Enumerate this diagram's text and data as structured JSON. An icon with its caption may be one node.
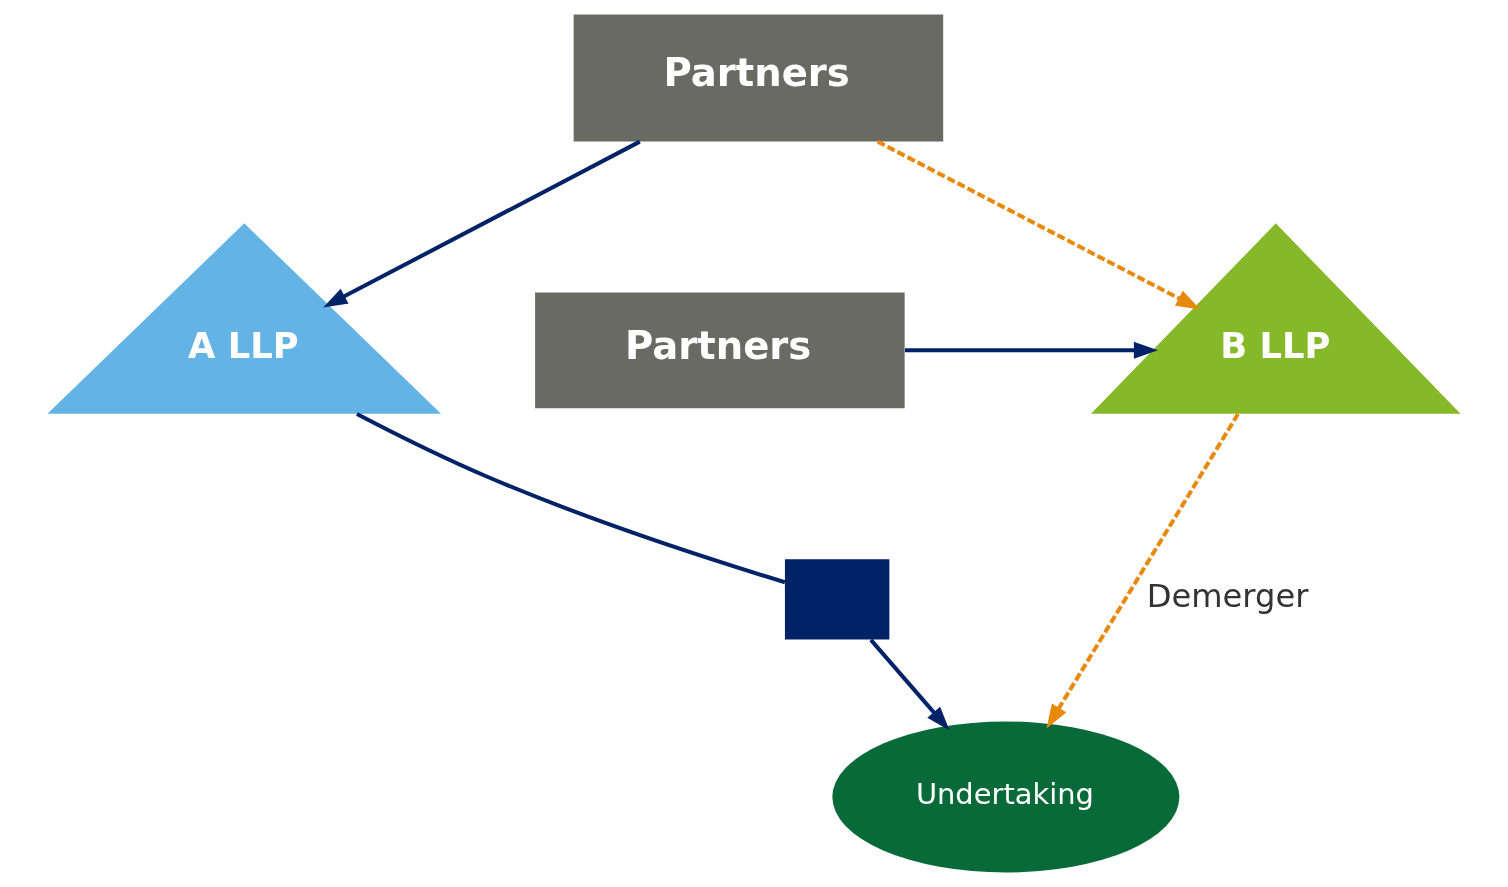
{
  "diagram": {
    "nodes": [
      {
        "text": [
          "Partners"
        ]
      },
      {
        "text": [
          "A LLP"
        ]
      },
      {
        "text": [
          "B LLP"
        ]
      },
      {
        "text": [
          "Partners"
        ]
      },
      {
        "text": [],
        "shape": "box"
      },
      {
        "text": [
          "Undertaking"
        ]
      }
    ],
    "edges": [
      {
        "from": 0,
        "to": 1,
        "arrow": "to"
      },
      {
        "from": 0,
        "to": 2,
        "arrow": "to",
        "style": "dashed",
        "color": "#e8890c"
      },
      {
        "from": 3,
        "to": 2,
        "arrow": "to"
      },
      {
        "from": 1,
        "to": 4,
        "arrow": "none"
      },
      {
        "from": 4,
        "to": 5,
        "arrow": "to"
      },
      {
        "from": 2,
        "to": 5,
        "arrow": "to",
        "style": "dashed",
        "color": "#e8890c",
        "label": "Demerger"
      }
    ]
  }
}
